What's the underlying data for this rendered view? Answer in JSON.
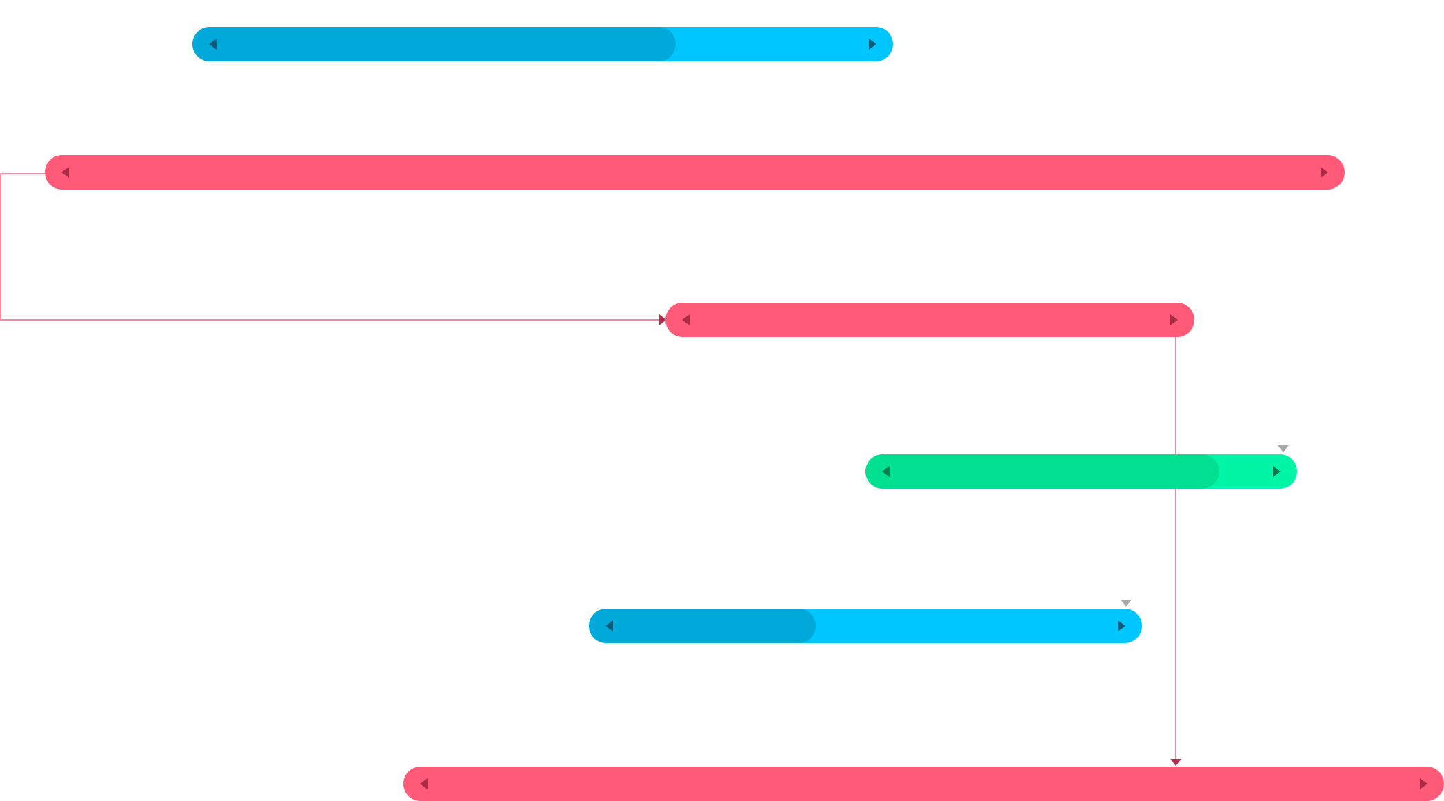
{
  "gantt": {
    "tasks": [
      {
        "id": "t1",
        "label": "",
        "color": "#00c6ff",
        "progress_color": "#00a9d9",
        "progress": 0.69,
        "marker": false
      },
      {
        "id": "t2",
        "label": "",
        "color": "#ff5a78",
        "progress_color": "#ff5a78",
        "progress": 0.0,
        "marker": false
      },
      {
        "id": "t3",
        "label": "",
        "color": "#ff5a78",
        "progress_color": "#ff5a78",
        "progress": 0.0,
        "marker": false
      },
      {
        "id": "t4",
        "label": "",
        "color": "#00f5a6",
        "progress_color": "#00e090",
        "progress": 0.82,
        "marker": true
      },
      {
        "id": "t5",
        "label": "",
        "color": "#00c6ff",
        "progress_color": "#00a9d9",
        "progress": 0.41,
        "marker": true
      },
      {
        "id": "t6",
        "label": "",
        "color": "#ff5a78",
        "progress_color": "#ff5a78",
        "progress": 0.0,
        "marker": false
      }
    ],
    "links": [
      {
        "from": "t2",
        "to": "t3",
        "type": "start-to-start",
        "color": "#ff5a78"
      },
      {
        "from": "t3",
        "to": "t6",
        "type": "finish-to-start",
        "color": "#ff5a78"
      }
    ],
    "colors": {
      "handle_blue": "#0a5a7a",
      "handle_red": "#a82c46",
      "handle_green": "#0a7a50",
      "marker": "#a9a9a9",
      "link_arrow": "#b03050"
    }
  }
}
